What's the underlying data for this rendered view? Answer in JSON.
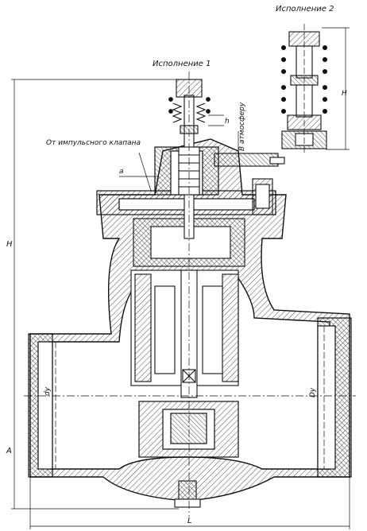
{
  "labels": {
    "variant1": "Исполнение 1",
    "variant2": "Исполнение 2",
    "from_impulse_valve": "От импульсного клапана",
    "to_atmosphere": "В атмосферу"
  },
  "dimensions": {
    "H_main": "H",
    "H_variant2": "H",
    "L": "L",
    "A": "A",
    "dy": "dy",
    "Dy": "Dy",
    "h": "h",
    "a": "a"
  }
}
